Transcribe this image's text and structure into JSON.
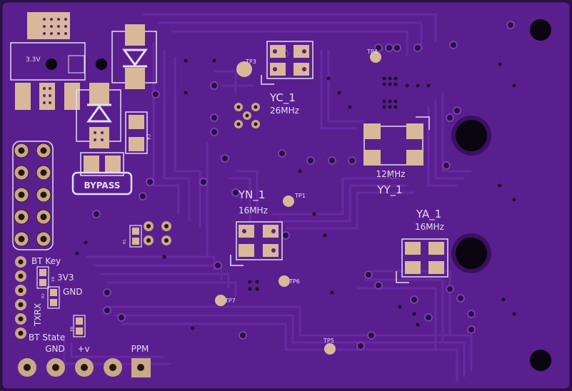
{
  "labels": {
    "reg": "3.3V",
    "tp3": "TP3",
    "tp4": "TP4",
    "tp1": "TP1",
    "tp6": "TP6",
    "tp7": "TP7",
    "tp5": "TP5",
    "yc": "YC_1",
    "yc_freq": "26MHz",
    "yy": "YY_1",
    "yy_freq": "12MHz",
    "yn": "YN_1",
    "yn_freq": "16MHz",
    "ya": "YA_1",
    "ya_freq": "16MHz",
    "bypass": "BYPASS",
    "bt_key": "BT Key",
    "v3v3": "3V3",
    "gnd_mid": "GND",
    "txrx": "TXRX",
    "bt_state": "BT State",
    "gnd": "GND",
    "vplus": "+v",
    "ppm": "PPM",
    "c4": "C4",
    "r1": "R1",
    "r2": "R2",
    "r3": "R3",
    "r4": "R4"
  },
  "colors": {
    "board": "#5a1f8e",
    "board_dark": "#3a1060",
    "trace": "#6a2aa6",
    "silk": "#e6dcf4",
    "pad": "#d9b89a",
    "pad_dark": "#b48a6a",
    "hole": "#0a0510"
  }
}
